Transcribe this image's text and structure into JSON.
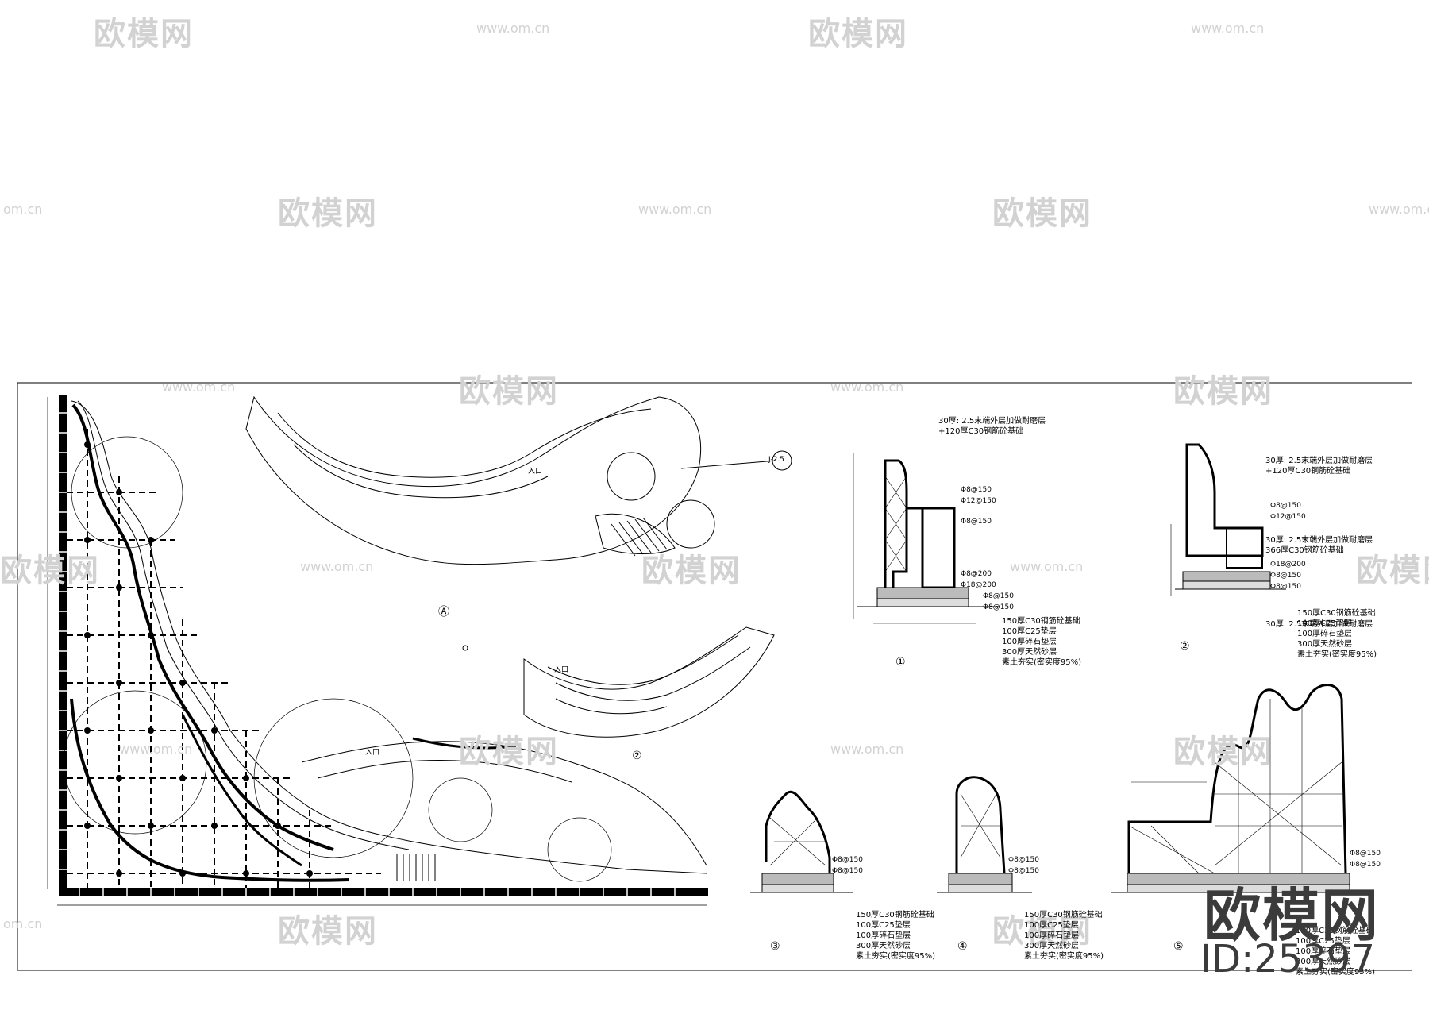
{
  "watermark": {
    "logo_text": "欧模网",
    "url_text": "www.om.cn",
    "corner_url_text": "om.cn"
  },
  "brand": {
    "name": "欧模网",
    "id_text": "ID:25397"
  },
  "plan_labels": {
    "entrance_a": "入口",
    "entrance_b": "入口",
    "entrance_c": "入口",
    "section_tag": "J-2.5"
  },
  "section_notes": {
    "s1": [
      "150厚C30钢筋砼基础",
      "100厚C25垫层",
      "100厚碎石垫层",
      "300厚天然砂层",
      "素土夯实(密实度95%)"
    ],
    "s2": [
      "150厚C30钢筋砼基础",
      "100厚C25垫层",
      "100厚碎石垫层",
      "300厚天然砂层",
      "素土夯实(密实度95%)"
    ],
    "s3": [
      "150厚C30钢筋砼基础",
      "100厚C25垫层",
      "100厚碎石垫层",
      "300厚天然砂层",
      "素土夯实(密实度95%)"
    ],
    "s4": [
      "150厚C30钢筋砼基础",
      "100厚C25垫层",
      "100厚碎石垫层",
      "300厚天然砂层",
      "素土夯实(密实度95%)"
    ],
    "s5": [
      "150厚C30钢筋砼基础",
      "100厚C25垫层",
      "100厚碎石垫层",
      "300厚天然砂层",
      "素土夯实(密实度95%)"
    ]
  },
  "rebar_labels": {
    "a": "Φ8@150",
    "b": "Φ12@150",
    "c": "Φ18@200",
    "d": "Φ8@200"
  },
  "top_notes": {
    "n1": [
      "30厚: 2.5末端外层加做耐磨层",
      "+120厚C30钢筋砼基础"
    ],
    "n2": [
      "30厚: 2.5末端外层加做耐磨层",
      "+120厚C30钢筋砼基础",
      "366厚C30钢筋砼基础"
    ]
  },
  "drawing_numbers": [
    "①",
    "②",
    "③",
    "④",
    "⑤",
    "Ⓐ",
    "②"
  ]
}
